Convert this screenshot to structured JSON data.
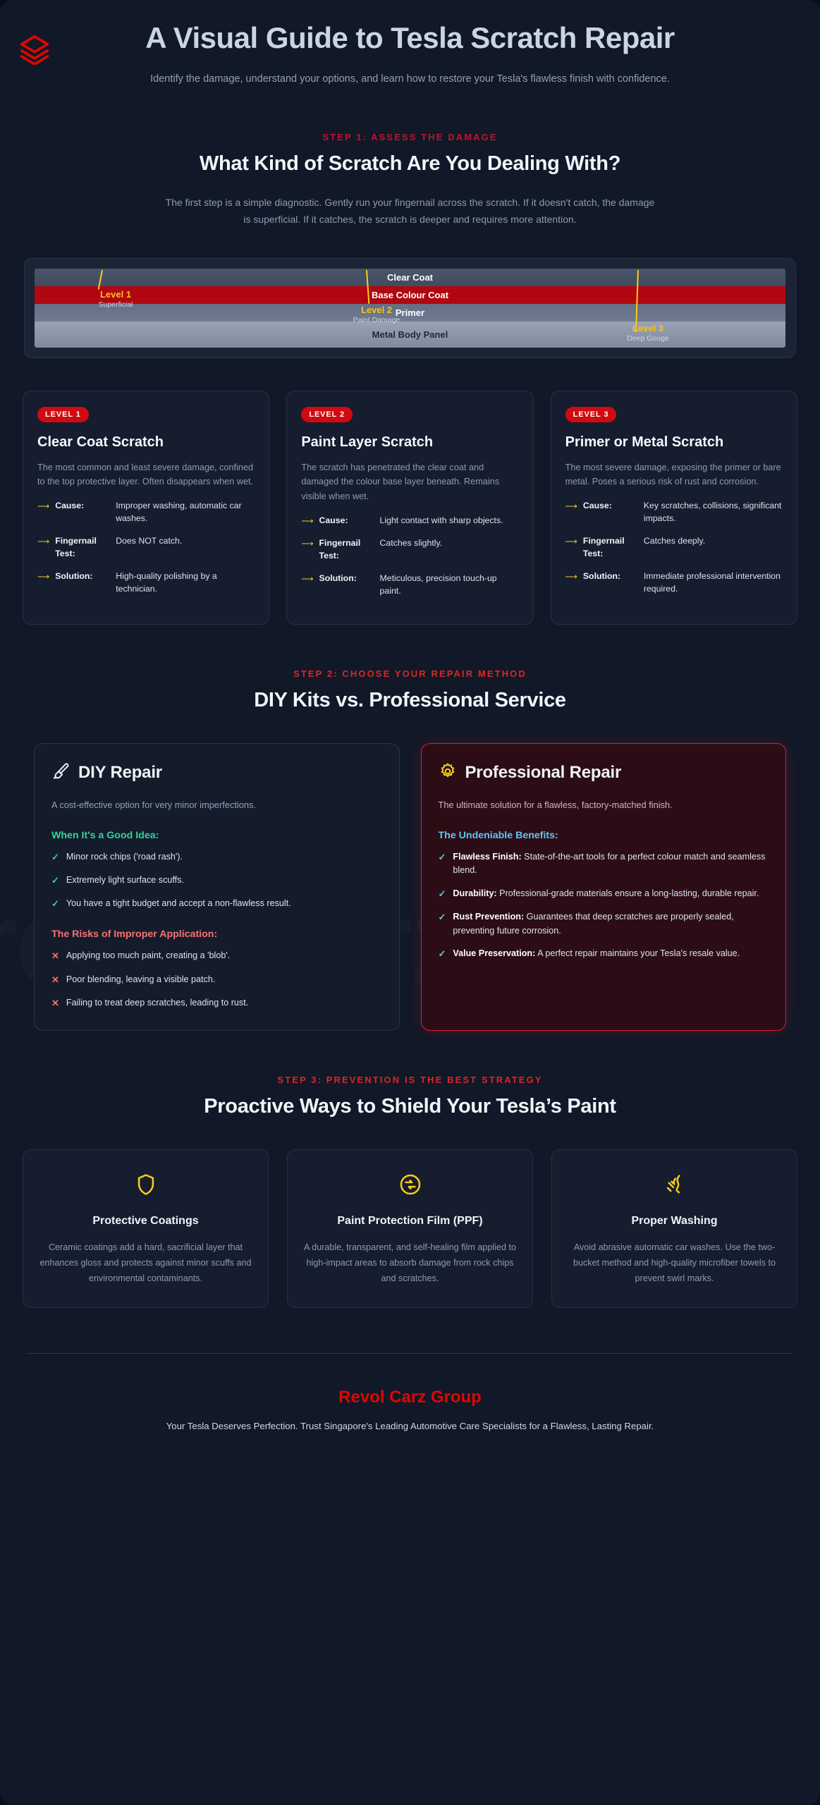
{
  "header": {
    "logo_icon": "layers-stack-icon",
    "title": "A Visual Guide to Tesla Scratch Repair",
    "subtitle": "Identify the damage, understand your options, and learn how to restore your Tesla's flawless finish with confidence."
  },
  "watermark": "revolcarz",
  "step1": {
    "label": "STEP 1: ASSESS THE DAMAGE",
    "title": "What Kind of Scratch Are You Dealing With?",
    "description": "The first step is a simple diagnostic. Gently run your fingernail across the scratch. If it doesn't catch, the damage is superficial. If it catches, the scratch is deeper and requires more attention."
  },
  "diagram": {
    "layers": [
      {
        "name": "Clear Coat"
      },
      {
        "name": "Base Colour Coat"
      },
      {
        "name": "Primer"
      },
      {
        "name": "Metal Body Panel"
      }
    ],
    "markers": [
      {
        "level": "Level 1",
        "note": "Superficial"
      },
      {
        "level": "Level 2",
        "note": "Paint Damage"
      },
      {
        "level": "Level 3",
        "note": "Deep Gouge"
      }
    ]
  },
  "levels": [
    {
      "badge": "LEVEL 1",
      "title": "Clear Coat Scratch",
      "desc": "The most common and least severe damage, confined to the top protective layer. Often disappears when wet.",
      "facts": [
        {
          "key": "Cause:",
          "value": "Improper washing, automatic car washes."
        },
        {
          "key": "Fingernail Test:",
          "value": "Does NOT catch."
        },
        {
          "key": "Solution:",
          "value": "High-quality polishing by a technician."
        }
      ]
    },
    {
      "badge": "LEVEL 2",
      "title": "Paint Layer Scratch",
      "desc": "The scratch has penetrated the clear coat and damaged the colour base layer beneath. Remains visible when wet.",
      "facts": [
        {
          "key": "Cause:",
          "value": "Light contact with sharp objects."
        },
        {
          "key": "Fingernail Test:",
          "value": "Catches slightly."
        },
        {
          "key": "Solution:",
          "value": "Meticulous, precision touch-up paint."
        }
      ]
    },
    {
      "badge": "LEVEL 3",
      "title": "Primer or Metal Scratch",
      "desc": "The most severe damage, exposing the primer or bare metal. Poses a serious risk of rust and corrosion.",
      "facts": [
        {
          "key": "Cause:",
          "value": "Key scratches, collisions, significant impacts."
        },
        {
          "key": "Fingernail Test:",
          "value": "Catches deeply."
        },
        {
          "key": "Solution:",
          "value": "Immediate professional intervention required."
        }
      ]
    }
  ],
  "step2": {
    "label": "STEP 2: CHOOSE YOUR REPAIR METHOD",
    "title": "DIY Kits vs. Professional Service"
  },
  "diy": {
    "icon": "brush-icon",
    "title": "DIY Repair",
    "lead": "A cost-effective option for very minor imperfections.",
    "good_title": "When It's a Good Idea:",
    "good_items": [
      "Minor rock chips ('road rash').",
      "Extremely light surface scuffs.",
      "You have a tight budget and accept a non-flawless result."
    ],
    "risk_title": "The Risks of Improper Application:",
    "risk_items": [
      "Applying too much paint, creating a 'blob'.",
      "Poor blending, leaving a visible patch.",
      "Failing to treat deep scratches, leading to rust."
    ]
  },
  "pro": {
    "icon": "gear-settings-icon",
    "title": "Professional Repair",
    "lead": "The ultimate solution for a flawless, factory-matched finish.",
    "benefits_title": "The Undeniable Benefits:",
    "benefits": [
      {
        "name": "Flawless Finish:",
        "text": " State-of-the-art tools for a perfect colour match and seamless blend."
      },
      {
        "name": "Durability:",
        "text": " Professional-grade materials ensure a long-lasting, durable repair."
      },
      {
        "name": "Rust Prevention:",
        "text": " Guarantees that deep scratches are properly sealed, preventing future corrosion."
      },
      {
        "name": "Value Preservation:",
        "text": " A perfect repair maintains your Tesla's resale value."
      }
    ]
  },
  "step3": {
    "label": "STEP 3: PREVENTION IS THE BEST STRATEGY",
    "title": "Proactive Ways to Shield Your Tesla’s Paint"
  },
  "prevention": [
    {
      "icon": "shield-icon",
      "title": "Protective Coatings",
      "text": "Ceramic coatings add a hard, sacrificial layer that enhances gloss and protects against minor scuffs and environmental contaminants."
    },
    {
      "icon": "film-transfer-icon",
      "title": "Paint Protection Film (PPF)",
      "text": "A durable, transparent, and self-healing film applied to high-impact areas to absorb damage from rock chips and scratches."
    },
    {
      "icon": "wash-sparkle-icon",
      "title": "Proper Washing",
      "text": "Avoid abrasive automatic car washes. Use the two-bucket method and high-quality microfiber towels to prevent swirl marks."
    }
  ],
  "footer": {
    "brand": "Revol Carz Group",
    "tagline": "Your Tesla Deserves Perfection. Trust Singapore's Leading Automotive Care Specialists for a Flawless, Lasting Repair."
  },
  "colors": {
    "accent_red": "#e10600",
    "badge_red": "#d10a10",
    "marker_yellow": "#facc15",
    "good_green": "#34d399",
    "risk_red": "#f87171",
    "benefit_blue": "#60c5f5",
    "page_bg": "#111827"
  }
}
